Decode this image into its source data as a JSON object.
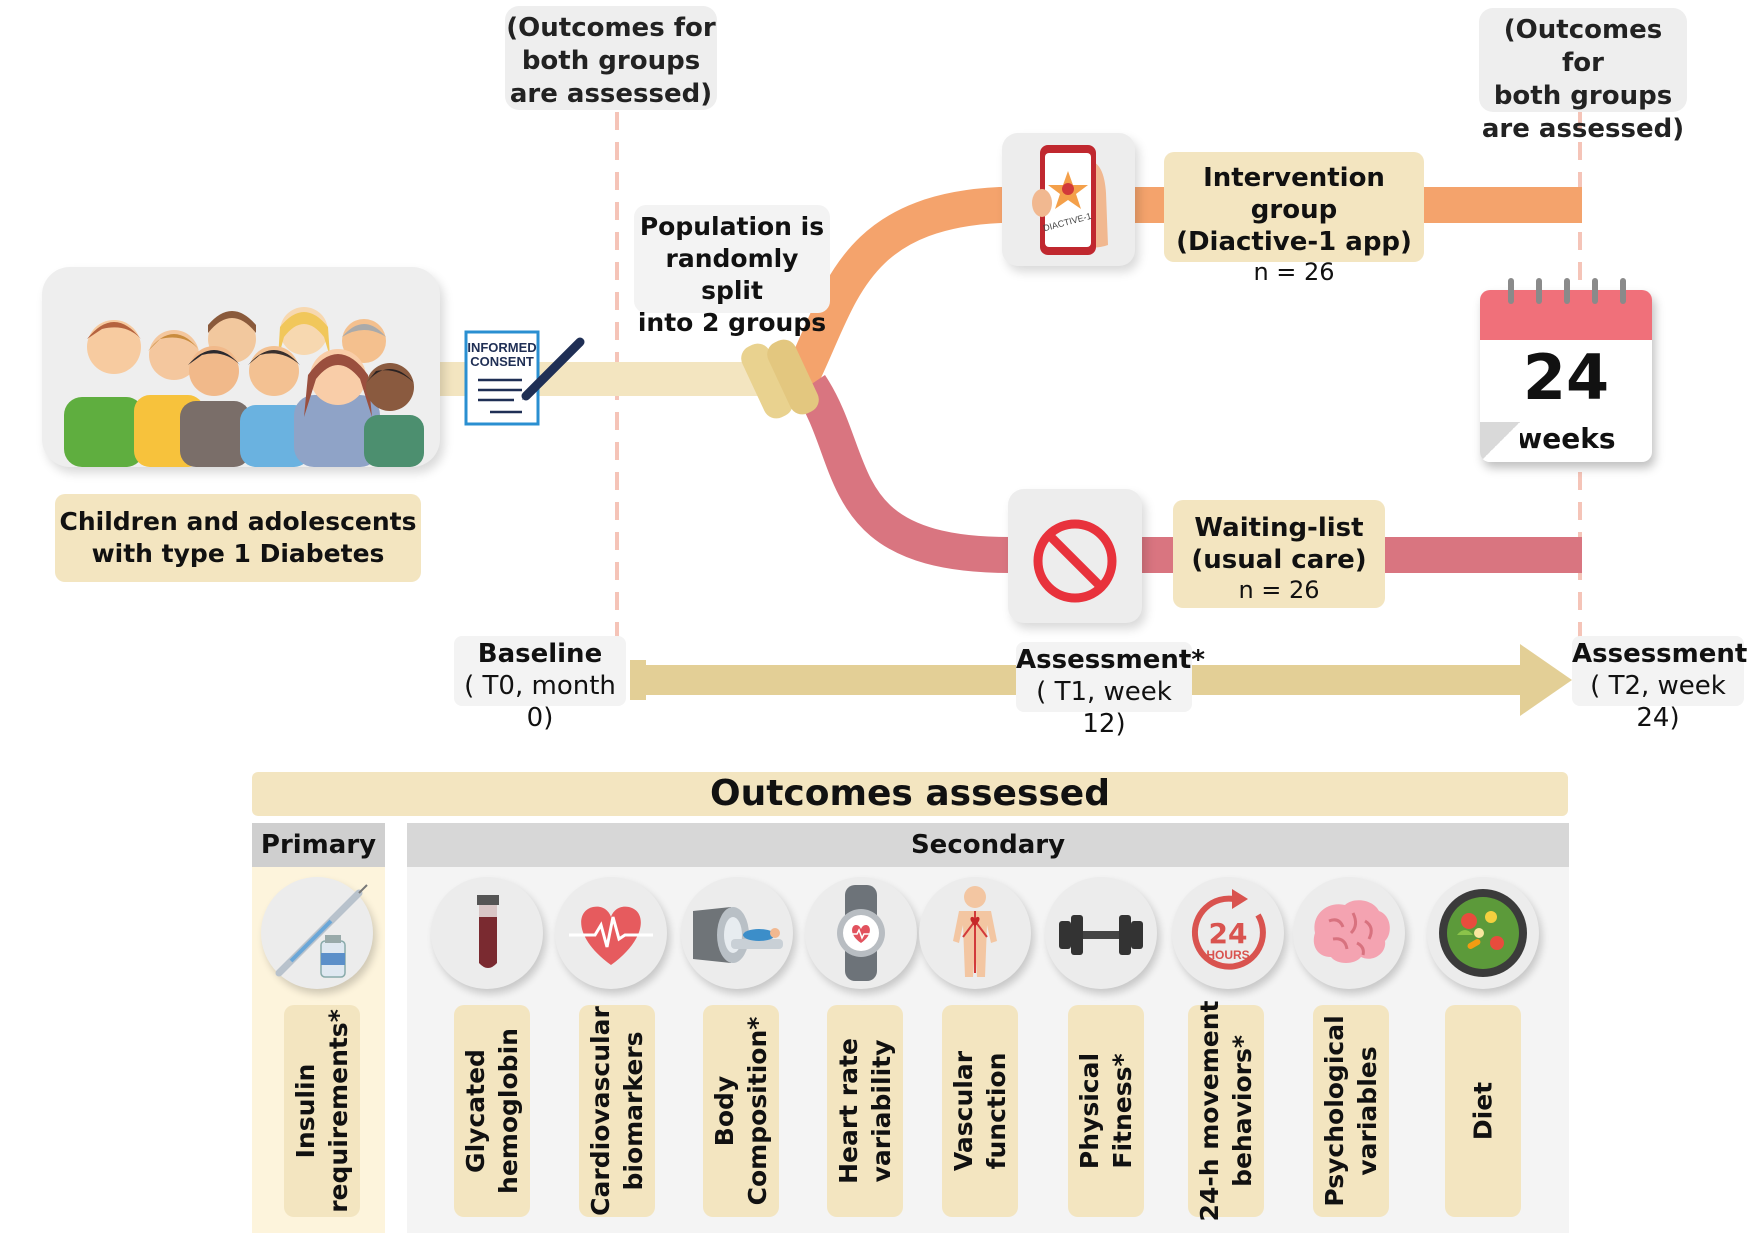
{
  "notes": {
    "left": [
      "(Outcomes for",
      "both groups",
      "are assessed)"
    ],
    "right": [
      "(Outcomes for",
      "both groups",
      "are assessed)"
    ]
  },
  "population": [
    "Children and adolescents",
    "with type 1 Diabetes"
  ],
  "consent_icon_text": [
    "INFORMED",
    "CONSENT"
  ],
  "split_note": [
    "Population is",
    "randomly split",
    "into 2 groups"
  ],
  "intervention": {
    "title": [
      "Intervention group",
      "(Diactive-1 app)"
    ],
    "n": "n = 26",
    "app_logo_text": "DIACTIVE-1"
  },
  "waiting": {
    "title": [
      "Waiting-list",
      "(usual care)"
    ],
    "n": "n = 26"
  },
  "calendar": {
    "number": "24",
    "unit": "weeks"
  },
  "timeline": {
    "baseline": {
      "title": "Baseline",
      "sub": "( T0, month 0)"
    },
    "mid": {
      "title": "Assessment*",
      "sub": "( T1, week 12)"
    },
    "end": {
      "title": "Assessment",
      "sub": "( T2, week 24)"
    }
  },
  "outcomes": {
    "title": "Outcomes assessed",
    "primary_header": "Primary",
    "secondary_header": "Secondary",
    "primary": [
      {
        "icon": "syringe-icon",
        "lines": [
          "Insulin",
          "requirements*"
        ]
      }
    ],
    "secondary": [
      {
        "icon": "blood-tube-icon",
        "lines": [
          "Glycated",
          "hemoglobin"
        ]
      },
      {
        "icon": "heart-icon",
        "lines": [
          "Cardiovascular",
          "biomarkers"
        ]
      },
      {
        "icon": "body-scanner-icon",
        "lines": [
          "Body",
          "Composition*"
        ]
      },
      {
        "icon": "smartwatch-icon",
        "lines": [
          "Heart rate",
          "variability"
        ]
      },
      {
        "icon": "vascular-body-icon",
        "lines": [
          "Vascular",
          "function"
        ]
      },
      {
        "icon": "dumbbell-icon",
        "lines": [
          "Physical",
          "Fitness*"
        ]
      },
      {
        "icon": "24-hours-icon",
        "lines": [
          "24-h movement",
          "behaviors*"
        ],
        "icon_text": [
          "24",
          "HOURS"
        ]
      },
      {
        "icon": "brain-icon",
        "lines": [
          "Psychological",
          "variables"
        ]
      },
      {
        "icon": "salad-bowl-icon",
        "lines": [
          "Diet"
        ]
      }
    ]
  },
  "colors": {
    "intervention_path": "#f4a36c",
    "waiting_path": "#d97580",
    "base_path": "#f3e5c0",
    "arrow": "#e3cf96",
    "dashed_line": "#f5c4b8",
    "calendar_red": "#f0707a"
  }
}
